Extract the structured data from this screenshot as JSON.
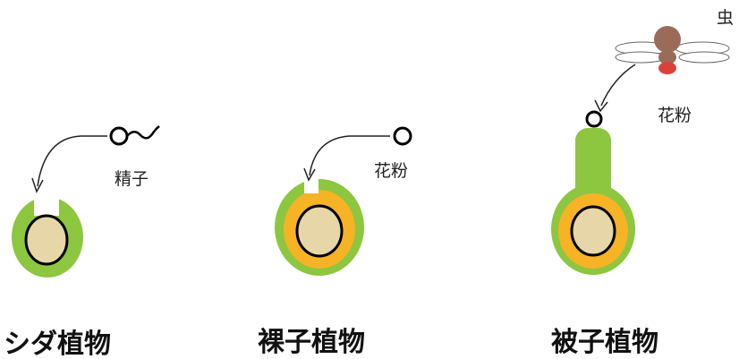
{
  "labels": {
    "fern_gamete": "精子",
    "gymno_pollen": "花粉",
    "angio_pollen": "花粉",
    "insect": "虫"
  },
  "titles": {
    "fern": "シダ植物",
    "gymnosperm": "裸子植物",
    "angiosperm": "被子植物"
  },
  "colors": {
    "green": "#8DC63F",
    "orange": "#F5B325",
    "nucleus": "#E6D6A8",
    "insect_body": "#9B6B5A",
    "insect_tail": "#D9423A"
  }
}
